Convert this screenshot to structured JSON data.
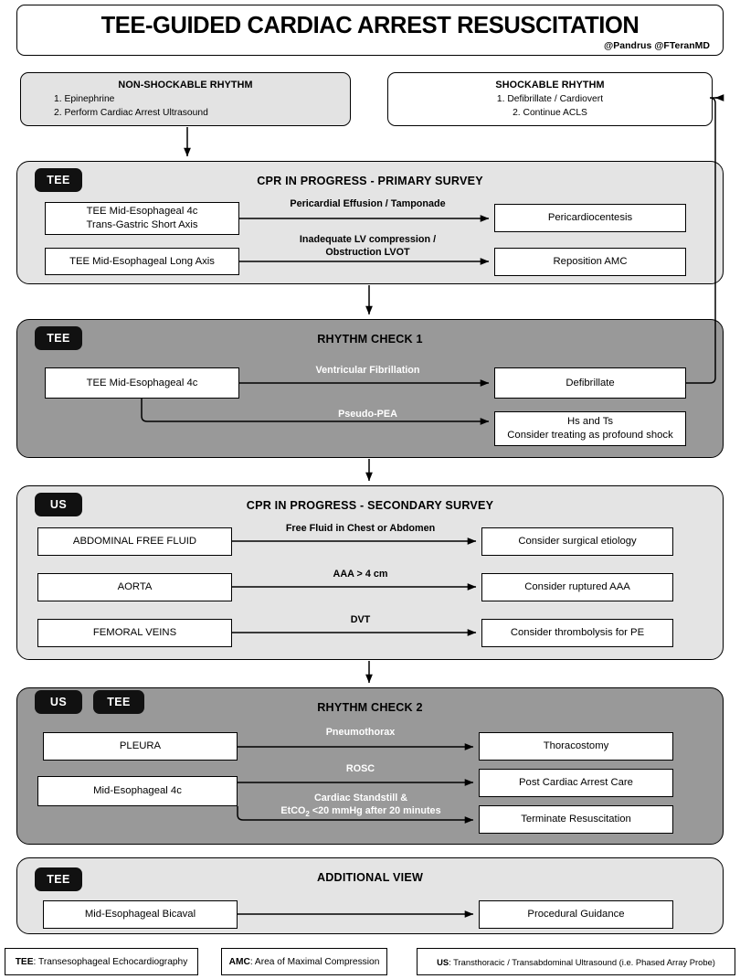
{
  "header": {
    "title": "TEE-GUIDED CARDIAC ARREST RESUSCITATION",
    "credit": "@Pandrus @FTeranMD"
  },
  "rhythms": {
    "non_shockable": {
      "title": "NON-SHOCKABLE RHYTHM",
      "step1": "1. Epinephrine",
      "step2": "2. Perform Cardiac Arrest Ultrasound"
    },
    "shockable": {
      "title": "SHOCKABLE RHYTHM",
      "step1": "1. Defibrillate / Cardiovert",
      "step2": "2. Continue ACLS"
    }
  },
  "stages": {
    "primary_survey": {
      "title": "CPR IN PROGRESS - PRIMARY SURVEY",
      "badge": "TEE",
      "views": {
        "v1_line1": "TEE Mid-Esophageal 4c",
        "v1_line2": "Trans-Gastric Short Axis",
        "v2": "TEE Mid-Esophageal Long Axis"
      },
      "findings": {
        "f1": "Pericardial Effusion / Tamponade",
        "f2_line1": "Inadequate LV compression /",
        "f2_line2": "Obstruction LVOT"
      },
      "actions": {
        "a1": "Pericardiocentesis",
        "a2": "Reposition AMC"
      }
    },
    "rhythm_check_1": {
      "title": "RHYTHM CHECK 1",
      "badge": "TEE",
      "views": {
        "v1": "TEE Mid-Esophageal 4c"
      },
      "findings": {
        "f1": "Ventricular Fibrillation",
        "f2": "Pseudo-PEA"
      },
      "actions": {
        "a1": "Defibrillate",
        "a2_line1": "Hs and Ts",
        "a2_line2": "Consider treating as profound shock"
      }
    },
    "secondary_survey": {
      "title": "CPR IN PROGRESS - SECONDARY SURVEY",
      "badge": "US",
      "views": {
        "v1": "ABDOMINAL FREE FLUID",
        "v2": "AORTA",
        "v3": "FEMORAL VEINS"
      },
      "findings": {
        "f1": "Free Fluid in Chest or Abdomen",
        "f2": "AAA > 4 cm",
        "f3": "DVT"
      },
      "actions": {
        "a1": "Consider surgical etiology",
        "a2": "Consider ruptured AAA",
        "a3": "Consider thrombolysis for PE"
      }
    },
    "rhythm_check_2": {
      "title": "RHYTHM CHECK 2",
      "badge_us": "US",
      "badge_tee": "TEE",
      "views": {
        "v1": "PLEURA",
        "v2": "Mid-Esophageal 4c"
      },
      "findings": {
        "f1": "Pneumothorax",
        "f2": "ROSC",
        "f3_line1": "Cardiac Standstill &",
        "f3_line2_a": "EtCO",
        "f3_line2_sub": "2",
        "f3_line2_b": " <20 mmHg after 20 minutes"
      },
      "actions": {
        "a1": "Thoracostomy",
        "a2": "Post Cardiac Arrest Care",
        "a3": "Terminate Resuscitation"
      }
    },
    "additional_view": {
      "title": "ADDITIONAL VIEW",
      "badge": "TEE",
      "views": {
        "v1": "Mid-Esophageal Bicaval"
      },
      "actions": {
        "a1": "Procedural Guidance"
      }
    }
  },
  "legend": [
    {
      "abbr": "TEE",
      "text": ": Transesophageal Echocardiography"
    },
    {
      "abbr": "AMC",
      "text": ": Area of Maximal Compression"
    },
    {
      "abbr": "US",
      "text": ": Transthoracic / Transabdominal Ultrasound (i.e. Phased Array Probe)"
    }
  ],
  "colors": {
    "light_panel": "#e4e4e4",
    "dark_panel": "#999999",
    "badge": "#111111",
    "stroke": "#000000"
  }
}
